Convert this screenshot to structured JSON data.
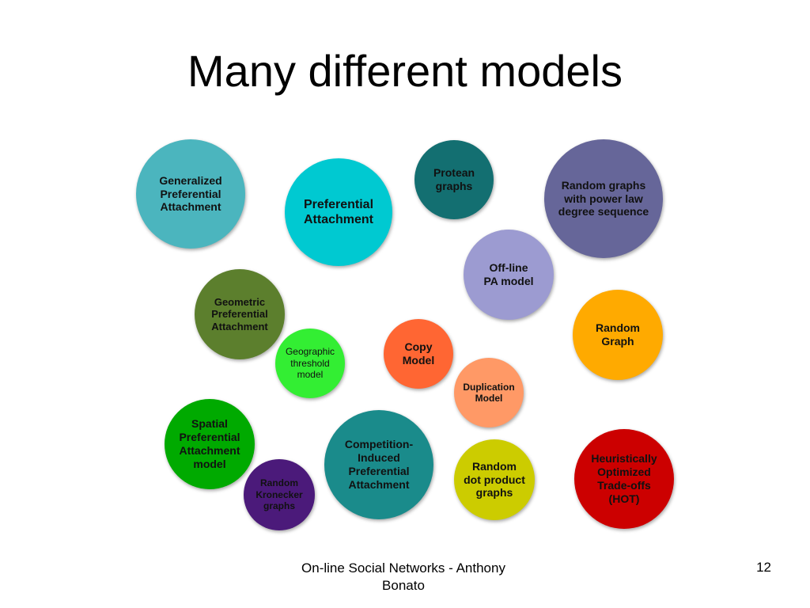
{
  "slide": {
    "title": "Many different models",
    "footer": "On-line Social Networks - Anthony\nBonato",
    "page_number": "12"
  },
  "circles": [
    {
      "label": "Generalized\nPreferential\nAttachment",
      "color": "#4BB5BE"
    },
    {
      "label": "Protean\ngraphs",
      "color": "#136F71"
    },
    {
      "label": "Random graphs\nwith power law\ndegree sequence",
      "color": "#666699"
    },
    {
      "label": "Preferential\nAttachment",
      "color": "#00C9D1"
    },
    {
      "label": "Off-line\nPA model",
      "color": "#9C9BD1"
    },
    {
      "label": "Geometric\nPreferential\nAttachment",
      "color": "#5C7F2D"
    },
    {
      "label": "Random\nGraph",
      "color": "#FFAA00"
    },
    {
      "label": "Geographic\nthreshold\nmodel",
      "color": "#33EE33"
    },
    {
      "label": "Copy\nModel",
      "color": "#FF6633"
    },
    {
      "label": "Duplication\nModel",
      "color": "#FF9966"
    },
    {
      "label": "Spatial\nPreferential\nAttachment\nmodel",
      "color": "#00AA00"
    },
    {
      "label": "Competition-\nInduced\nPreferential\nAttachment",
      "color": "#1A8B8B"
    },
    {
      "label": "Random\ndot product\ngraphs",
      "color": "#CCCC00"
    },
    {
      "label": "Heuristically\nOptimized\nTrade-offs\n(HOT)",
      "color": "#CC0000"
    },
    {
      "label": "Random\nKronecker\ngraphs",
      "color": "#4B1A7A"
    }
  ]
}
